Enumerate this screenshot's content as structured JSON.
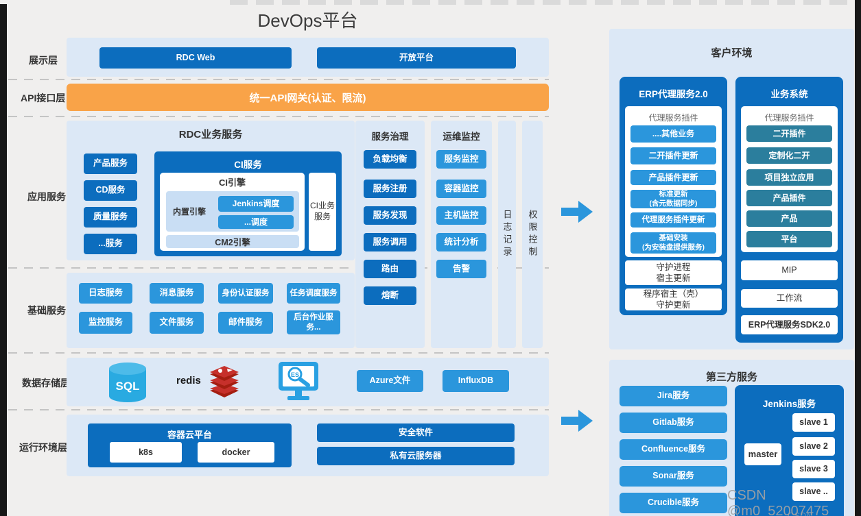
{
  "title": "DevOps平台",
  "left_labels": [
    "展示层",
    "API接口层",
    "应用服务",
    "基础服务",
    "数据存储层",
    "运行环境层"
  ],
  "presentation": {
    "buttons": [
      "RDC Web",
      "开放平台"
    ]
  },
  "api_gateway": "统一API网关(认证、限流)",
  "rdc": {
    "title": "RDC业务服务",
    "services": [
      "产品服务",
      "CD服务",
      "质量服务",
      "...服务"
    ],
    "ci": {
      "title": "CI服务",
      "engine": "CI引擎",
      "builtin_label": "内置引擎",
      "schedulers": [
        "Jenkins调度",
        "...调度"
      ],
      "cm2": "CM2引擎",
      "business": "CI业务\n服务"
    }
  },
  "governance": {
    "title": "服务治理",
    "items": [
      "负载均衡",
      "服务注册",
      "服务发现",
      "服务调用",
      "路由",
      "熔断"
    ]
  },
  "monitoring": {
    "title": "运维监控",
    "items": [
      "服务监控",
      "容器监控",
      "主机监控",
      "统计分析",
      "告警"
    ]
  },
  "strips": {
    "log": "日志记录",
    "perm": "权限控制"
  },
  "basic": {
    "row1": [
      "日志服务",
      "消息服务",
      "身份认证服务",
      "任务调度服务"
    ],
    "row2": [
      "监控服务",
      "文件服务",
      "邮件服务",
      "后台作业服\n务..."
    ]
  },
  "storage": {
    "sql": "SQL",
    "redis": "redis",
    "es": "ES",
    "buttons": [
      "Azure文件",
      "InfluxDB"
    ]
  },
  "runtime": {
    "container_title": "容器云平台",
    "container_items": [
      "k8s",
      "docker"
    ],
    "bars": [
      "安全软件",
      "私有云服务器"
    ]
  },
  "customer": {
    "title": "客户环境",
    "erp": {
      "title": "ERP代理服务2.0",
      "plugin_label": "代理服务插件",
      "plugins": [
        "....其他业务",
        "二开插件更新",
        "产品插件更新",
        "标准更新\n(含元数据同步)",
        "代理服务插件更新",
        "基础安装\n(为安装盘提供服务)"
      ],
      "hosts": [
        "守护进程\n宿主更新",
        "程序宿主（壳）\n守护更新"
      ]
    },
    "business": {
      "title": "业务系统",
      "plugin_label": "代理服务插件",
      "plugins": [
        "二开插件",
        "定制化二开",
        "项目独立应用",
        "产品插件",
        "产品",
        "平台"
      ],
      "hosts": [
        "MIP",
        "工作流",
        "ERP代理服务SDK2.0"
      ]
    }
  },
  "third_party": {
    "title": "第三方服务",
    "services": [
      "Jira服务",
      "Gitlab服务",
      "Confluence服务",
      "Sonar服务",
      "Crucible服务"
    ],
    "jenkins": {
      "title": "Jenkins服务",
      "master": "master",
      "slaves": [
        "slave 1",
        "slave 2",
        "slave 3",
        "slave .."
      ]
    }
  },
  "watermark": "CSDN @m0_52007475",
  "colors": {
    "dark_blue": "#0c6dbe",
    "mid_blue": "#2b96dc",
    "teal": "#2b7e9d",
    "panel_blue": "#dce8f6",
    "inner_blue": "#c9def4",
    "orange": "#f9a348",
    "cyan": "#29aae1",
    "redis_red": "#c6302b"
  }
}
